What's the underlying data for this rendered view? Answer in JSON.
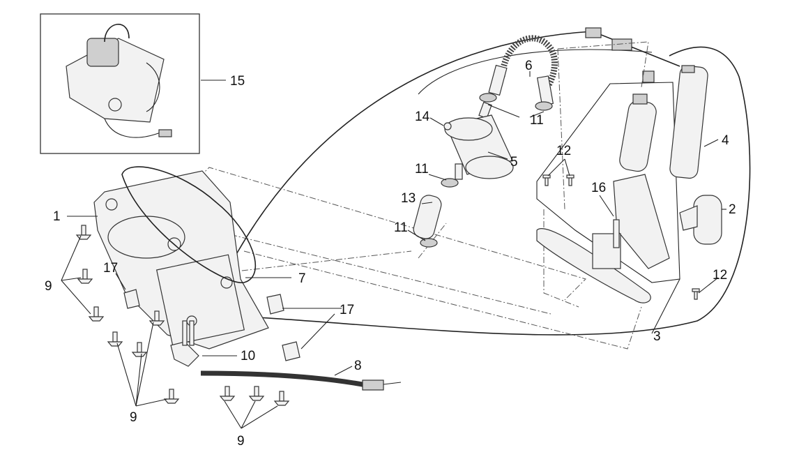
{
  "diagram": {
    "callouts": [
      "1",
      "2",
      "3",
      "4",
      "5",
      "6",
      "7",
      "8",
      "9",
      "9",
      "9",
      "10",
      "11",
      "11",
      "11",
      "12",
      "12",
      "13",
      "14",
      "15",
      "16",
      "17",
      "17"
    ]
  }
}
